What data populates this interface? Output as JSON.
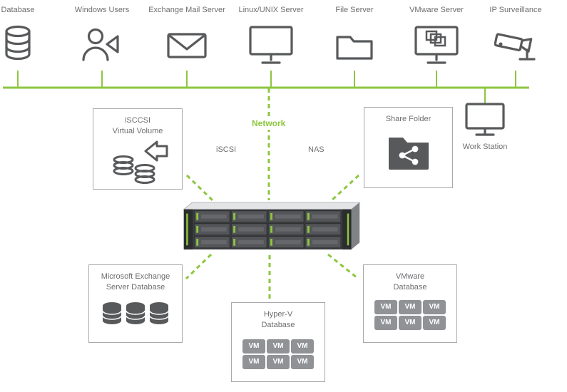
{
  "colors": {
    "accent_green": "#8dc63f",
    "icon_gray": "#58595b",
    "text_gray": "#6d6e71",
    "border_gray": "#a7a9ac"
  },
  "top_devices": [
    {
      "label": "Database",
      "icon": "database-icon"
    },
    {
      "label": "Windows Users",
      "icon": "windows-users-icon"
    },
    {
      "label": "Exchange Mail Server",
      "icon": "mail-icon"
    },
    {
      "label": "Linux/UNIX Server",
      "icon": "monitor-icon"
    },
    {
      "label": "File Server",
      "icon": "folder-icon"
    },
    {
      "label": "VMware Server",
      "icon": "vmware-monitor-icon"
    },
    {
      "label": "IP Surveillance",
      "icon": "camera-icon"
    }
  ],
  "network": {
    "label": "Network",
    "left_protocol": "iSCSI",
    "right_protocol": "NAS"
  },
  "workstation": {
    "label": "Work Station"
  },
  "boxes": {
    "iscsi_volume": {
      "line1": "iSCCSI",
      "line2": "Virtual Volume"
    },
    "share_folder": {
      "line1": "Share Folder"
    },
    "exchange_db": {
      "line1": "Microsoft Exchange",
      "line2": "Server Database"
    },
    "hyperv_db": {
      "line1": "Hyper-V",
      "line2": "Database"
    },
    "vmware_db": {
      "line1": "VMware",
      "line2": "Database"
    }
  },
  "vm_label": "VM"
}
